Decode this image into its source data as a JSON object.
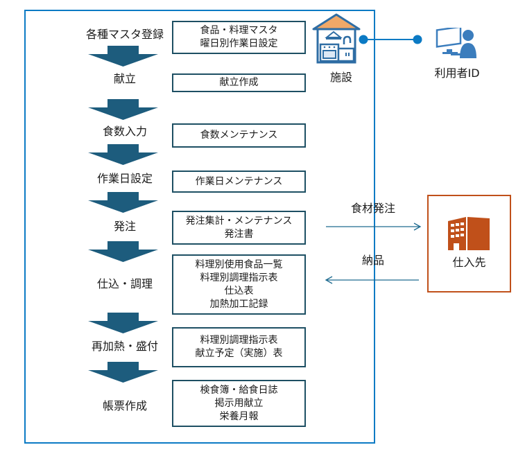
{
  "diagram": {
    "steps": [
      {
        "label": "各種マスタ登録",
        "functions": [
          "食品・料理マスタ",
          "曜日別作業日設定"
        ]
      },
      {
        "label": "献立",
        "functions": [
          "献立作成"
        ]
      },
      {
        "label": "食数入力",
        "functions": [
          "食数メンテナンス"
        ]
      },
      {
        "label": "作業日設定",
        "functions": [
          "作業日メンテナンス"
        ]
      },
      {
        "label": "発注",
        "functions": [
          "発注集計・メンテナンス",
          "発注書"
        ]
      },
      {
        "label": "仕込・調理",
        "functions": [
          "料理別使用食品一覧",
          "料理別調理指示表",
          "仕込表",
          "加熱加工記録"
        ]
      },
      {
        "label": "再加熱・盛付",
        "functions": [
          "料理別調理指示表",
          "献立予定（実施）表"
        ]
      },
      {
        "label": "帳票作成",
        "functions": [
          "検食簿・給食日誌",
          "掲示用献立",
          "栄養月報"
        ]
      }
    ],
    "facility": {
      "label": "施設",
      "icon": "house-kitchen-icon"
    },
    "user": {
      "label": "利用者ID",
      "icon": "computer-user-icon"
    },
    "supplier": {
      "label": "仕入先",
      "icon": "building-icon"
    },
    "flows": {
      "order_label": "食材発注",
      "delivery_label": "納品"
    },
    "colors": {
      "frame": "#0b7ac4",
      "arrow": "#1d5c7d",
      "box_border": "#1d4f63",
      "supplier": "#c0501a",
      "house_roof": "#f0a868",
      "icon_blue": "#2e75b6"
    }
  }
}
